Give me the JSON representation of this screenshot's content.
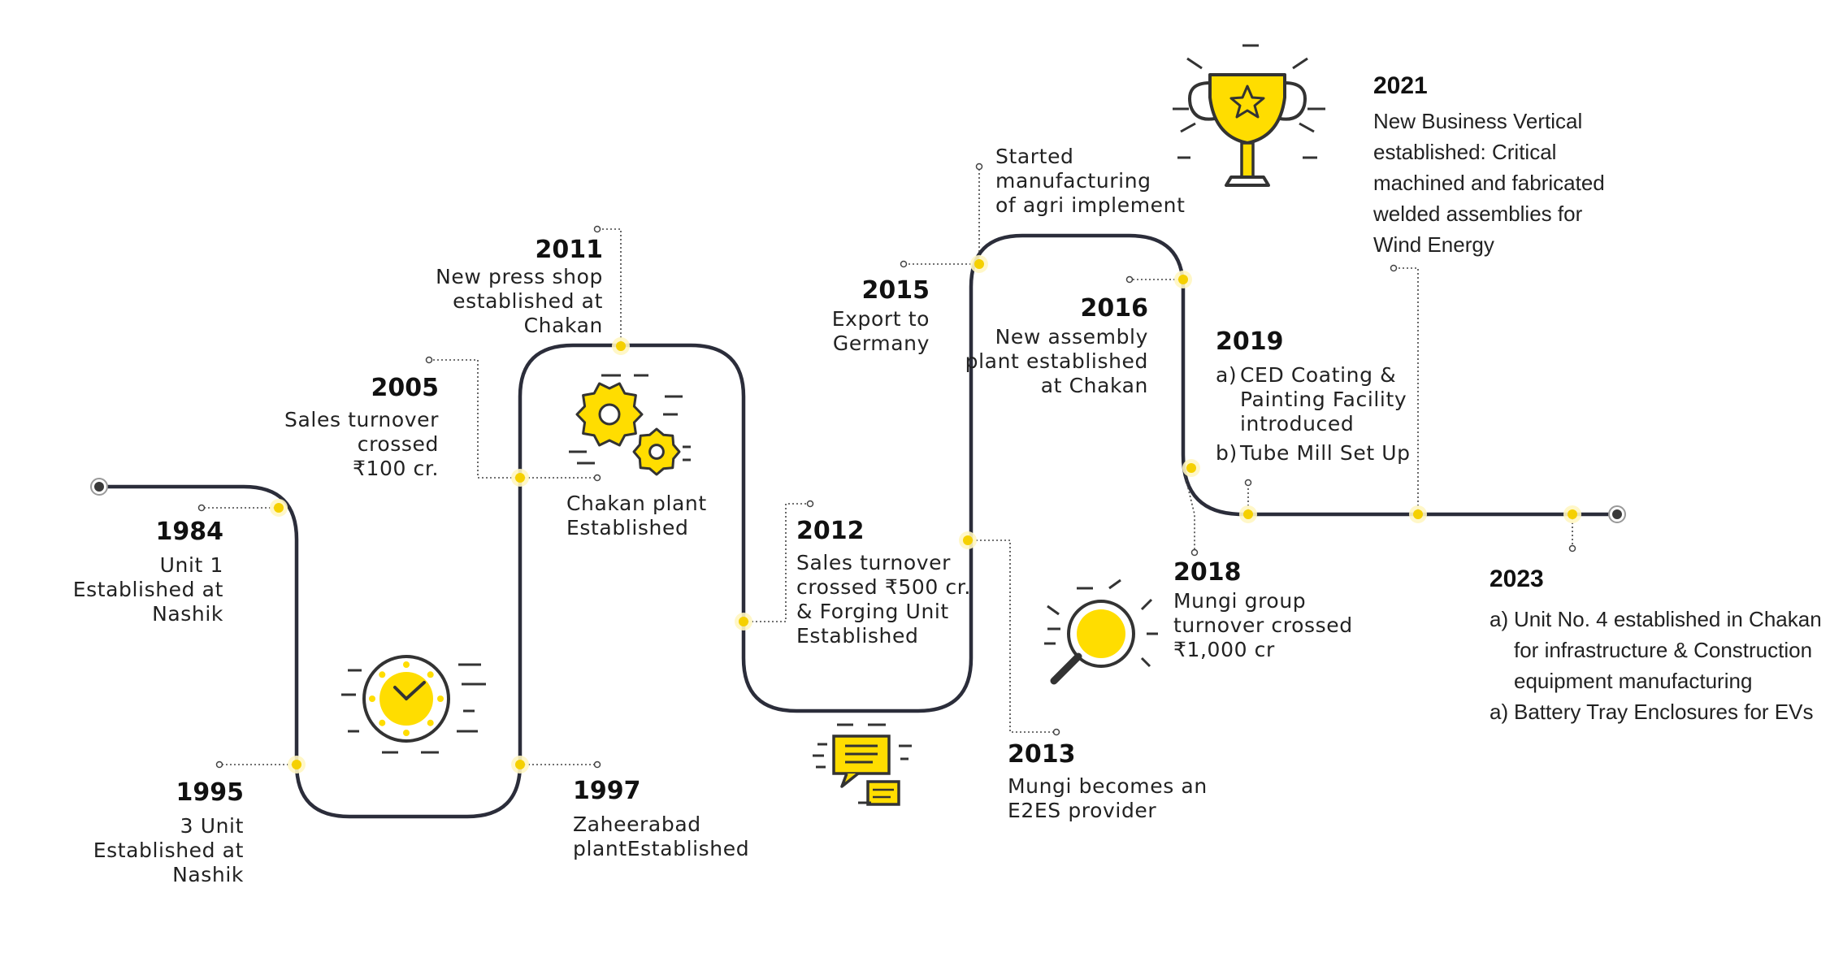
{
  "colors": {
    "line": "#2b2d3a",
    "marker": "#ffe14a",
    "marker_ring": "#f5d000",
    "icon_fill": "#ffdd00",
    "endpoint": "#3a3a3a",
    "text": "#1d1d1d"
  },
  "events": [
    {
      "id": "1984",
      "year": "1984",
      "lines": [
        "Unit 1",
        "Established at",
        "Nashik"
      ]
    },
    {
      "id": "1995",
      "year": "1995",
      "lines": [
        "3 Unit",
        "Established at",
        "Nashik"
      ]
    },
    {
      "id": "2005",
      "year": "2005",
      "lines": [
        "Sales turnover",
        "crossed",
        "₹100 cr."
      ]
    },
    {
      "id": "1997",
      "year": "1997",
      "lines": [
        "Zaheerabad",
        "plantEstablished"
      ]
    },
    {
      "id": "2011",
      "year": "2011",
      "lines": [
        "New press shop",
        "established at",
        "Chakan"
      ]
    },
    {
      "id": "chakan",
      "year": "",
      "lines": [
        "Chakan plant",
        "Established"
      ]
    },
    {
      "id": "2012",
      "year": "2012",
      "lines": [
        "Sales turnover",
        "crossed ₹500 cr.",
        "& Forging Unit",
        "Established"
      ]
    },
    {
      "id": "2015",
      "year": "2015",
      "lines": [
        "Export to",
        "Germany"
      ]
    },
    {
      "id": "agri",
      "year": "",
      "lines": [
        "Started",
        "manufacturing",
        "of agri implement"
      ]
    },
    {
      "id": "2013",
      "year": "2013",
      "lines": [
        "Mungi becomes an",
        "E2ES provider"
      ]
    },
    {
      "id": "2016",
      "year": "2016",
      "lines": [
        "New assembly",
        "plant established",
        "at Chakan"
      ]
    },
    {
      "id": "2019",
      "year": "2019",
      "items": [
        {
          "marker": "a)",
          "lines": [
            "CED Coating &",
            "Painting Facility",
            "introduced"
          ]
        },
        {
          "marker": "b)",
          "lines": [
            "Tube Mill Set Up"
          ]
        }
      ]
    },
    {
      "id": "2018",
      "year": "2018",
      "lines": [
        "Mungi group",
        "turnover crossed",
        "₹1,000 cr"
      ]
    },
    {
      "id": "2021",
      "year": "2021",
      "lines": [
        "New Business Vertical",
        "established: Critical",
        "machined and fabricated",
        "welded assemblies for",
        "Wind Energy"
      ]
    },
    {
      "id": "2023",
      "year": "2023",
      "items": [
        {
          "marker": "a)",
          "lines": [
            "Unit No. 4 established in Chakan",
            "for infrastructure & Construction",
            "equipment manufacturing"
          ]
        },
        {
          "marker": "a)",
          "lines": [
            "Battery Tray Enclosures for EVs"
          ]
        }
      ]
    }
  ],
  "icons": [
    "stopwatch-icon",
    "gears-icon",
    "chat-bubbles-icon",
    "trophy-icon",
    "magnifier-icon"
  ]
}
